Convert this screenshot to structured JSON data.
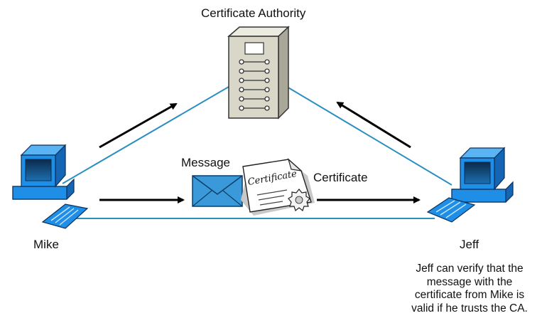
{
  "ca_label": "Certificate Authority",
  "message_label": "Message",
  "certificate_label": "Certificate",
  "certificate_stamp": "Certificate",
  "sender_label": "Mike",
  "receiver_label": "Jeff",
  "caption_lines": [
    "Jeff can verify that the",
    "message with the",
    "certificate from Mike is",
    "valid if he trusts the CA."
  ],
  "colors": {
    "link_line": "#2a8fc0",
    "arrow": "#000000",
    "computer_blue": "#1e8ee6",
    "server_beige": "#d9d8c8",
    "envelope_blue": "#3a9ad9"
  }
}
